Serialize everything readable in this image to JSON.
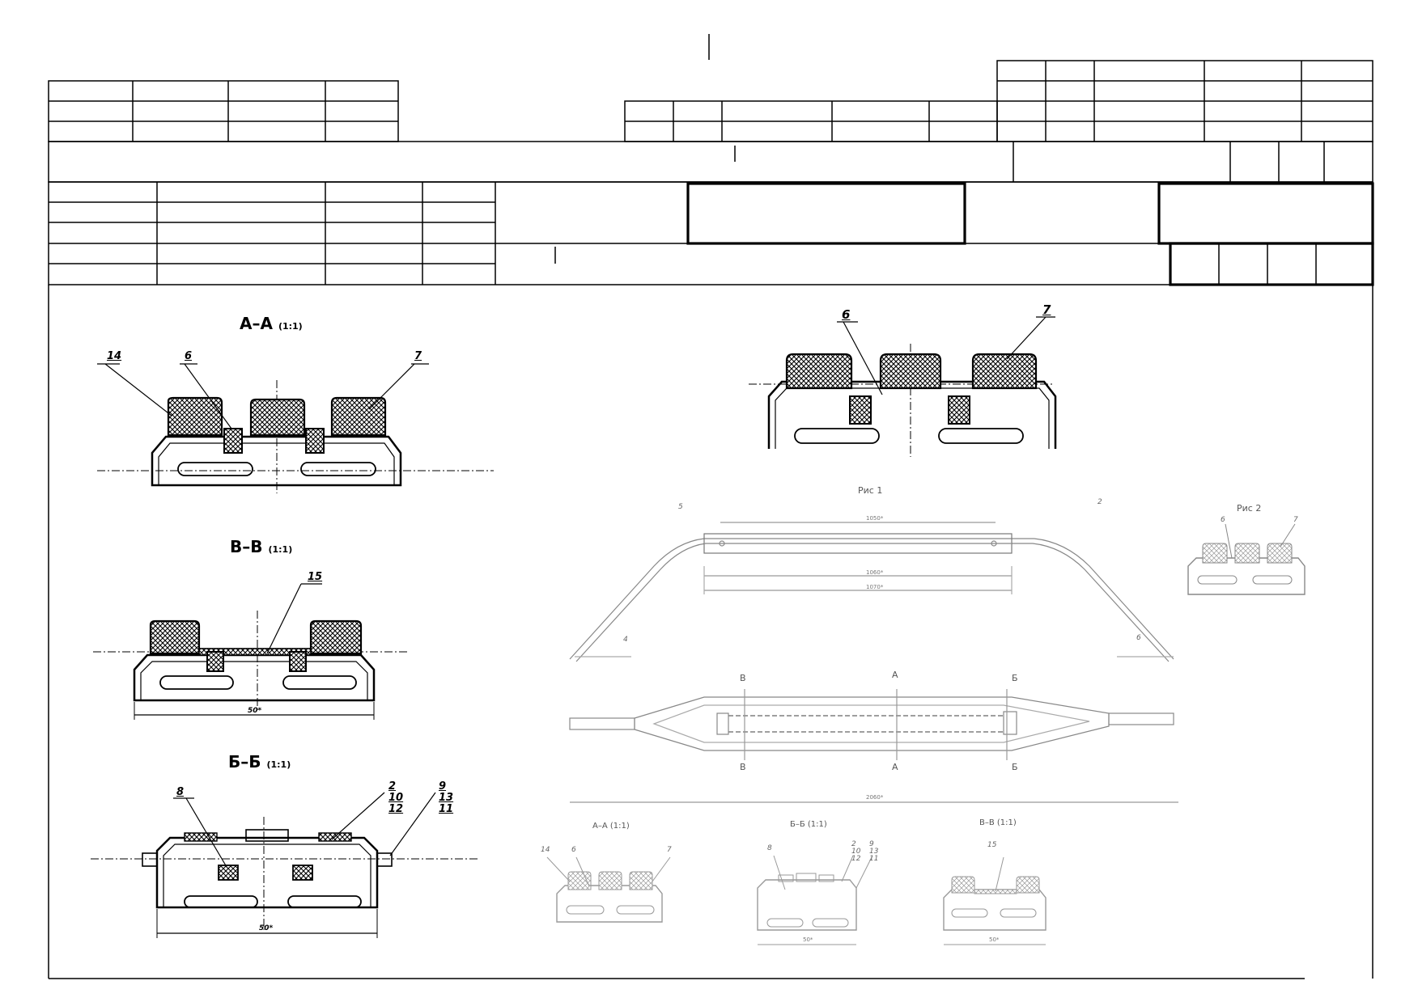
{
  "sections": {
    "aa": "А–А",
    "aa_scale": "(1:1)",
    "vv": "В–В",
    "vv_scale": "(1:1)",
    "bb": "Б–Б",
    "bb_scale": "(1:1)",
    "aa_small": "А–А (1:1)",
    "bb_small": "Б–Б (1:1)",
    "vv_small": "В–В (1:1)"
  },
  "figures": {
    "fig1": "Рис 1",
    "fig2": "Рис 2"
  },
  "leaders": {
    "aa_14": "14",
    "aa_6": "6",
    "aa_7": "7",
    "vv_15": "15",
    "bb_8": "8",
    "bb_2_10_12": [
      "2",
      "10",
      "12"
    ],
    "bb_9_13_11": [
      "9",
      "13",
      "11"
    ],
    "top_6": "6",
    "top_7": "7",
    "fig1_5": "5",
    "fig1_2": "2",
    "fig1_4": "4",
    "fig1_6": "6",
    "fig2_6": "6",
    "fig2_7": "7",
    "sm_aa_14": "14",
    "sm_aa_6": "6",
    "sm_aa_7": "7",
    "sm_bb_8": "8",
    "sm_bb_2_10_12": "2\n10\n12",
    "sm_bb_9_13_11": "9\n13\n11",
    "sm_vv_15": "15"
  },
  "dimensions": {
    "vv_width": "50*",
    "bb_width": "50*",
    "fig1_top": "1050*",
    "fig1_mid": "1060*",
    "fig1_low": "1070*",
    "plan_total": "2060*",
    "sm_bb_width": "50*",
    "sm_vv_width": "50*"
  },
  "cut_marks": {
    "a_top": "А",
    "a_bot": "А",
    "b_top": "Б",
    "b_bot": "Б",
    "v_top": "В",
    "v_bot": "В"
  }
}
